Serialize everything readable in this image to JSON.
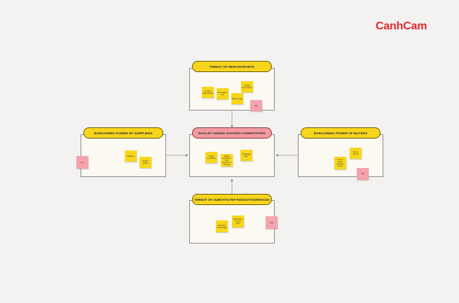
{
  "brand": {
    "name": "CanhCam",
    "color": "#e3282b"
  },
  "colors": {
    "pill_yellow": "#f7d51d",
    "pill_red": "#f39aa0",
    "note_yellow": "#f8d71a",
    "note_pink": "#f5a3ad"
  },
  "diagram": {
    "center": {
      "title": "RIVALRY AMONG EXISTING COMPETITORS",
      "notes": [
        {
          "text": "Digital competition"
        },
        {
          "text": "Digital acquisition and retention in existing"
        },
        {
          "text": "Knowledge sales"
        }
      ]
    },
    "top": {
      "title": "THREAT OF NEW ENTRANTS",
      "notes": [
        {
          "text": "Product differentiation"
        },
        {
          "text": "Information cost"
        },
        {
          "text": "Capital requirements"
        },
        {
          "text": "Brand loyalty"
        },
        {
          "text": "High"
        }
      ]
    },
    "left": {
      "title": "BARGAINING POWER OF SUPPLIERS",
      "notes": [
        {
          "text": "Low"
        },
        {
          "text": "Suppliers"
        },
        {
          "text": "Product quality"
        }
      ]
    },
    "right": {
      "title": "BARGAINING POWER OF BUYERS",
      "notes": [
        {
          "text": "Buy in volume"
        },
        {
          "text": "Cost to switch between brands"
        },
        {
          "text": "High"
        }
      ]
    },
    "bottom": {
      "title": "THREAT OF SUBSTITUTEP RODUCTS/SERVICES",
      "notes": [
        {
          "text": "Substitute technologies"
        },
        {
          "text": "Substitution of a low price"
        },
        {
          "text": "High"
        }
      ]
    }
  }
}
